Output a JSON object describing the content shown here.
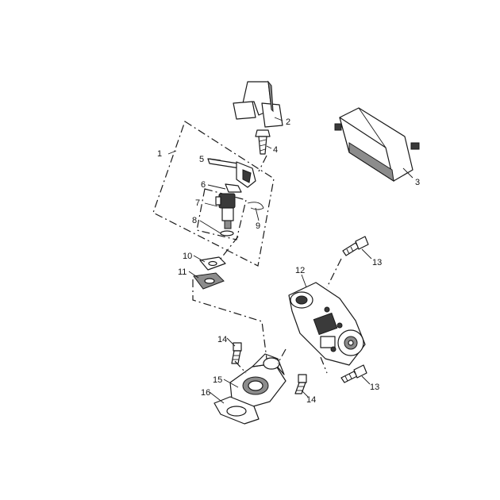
{
  "callouts": {
    "c1": "1",
    "c2": "2",
    "c3": "3",
    "c4": "4",
    "c5": "5",
    "c6": "6",
    "c7": "7",
    "c8": "8",
    "c9": "9",
    "c10": "10",
    "c11": "11",
    "c12": "12",
    "c13a": "13",
    "c13b": "13",
    "c14a": "14",
    "c14b": "14",
    "c15": "15",
    "c16": "16"
  }
}
